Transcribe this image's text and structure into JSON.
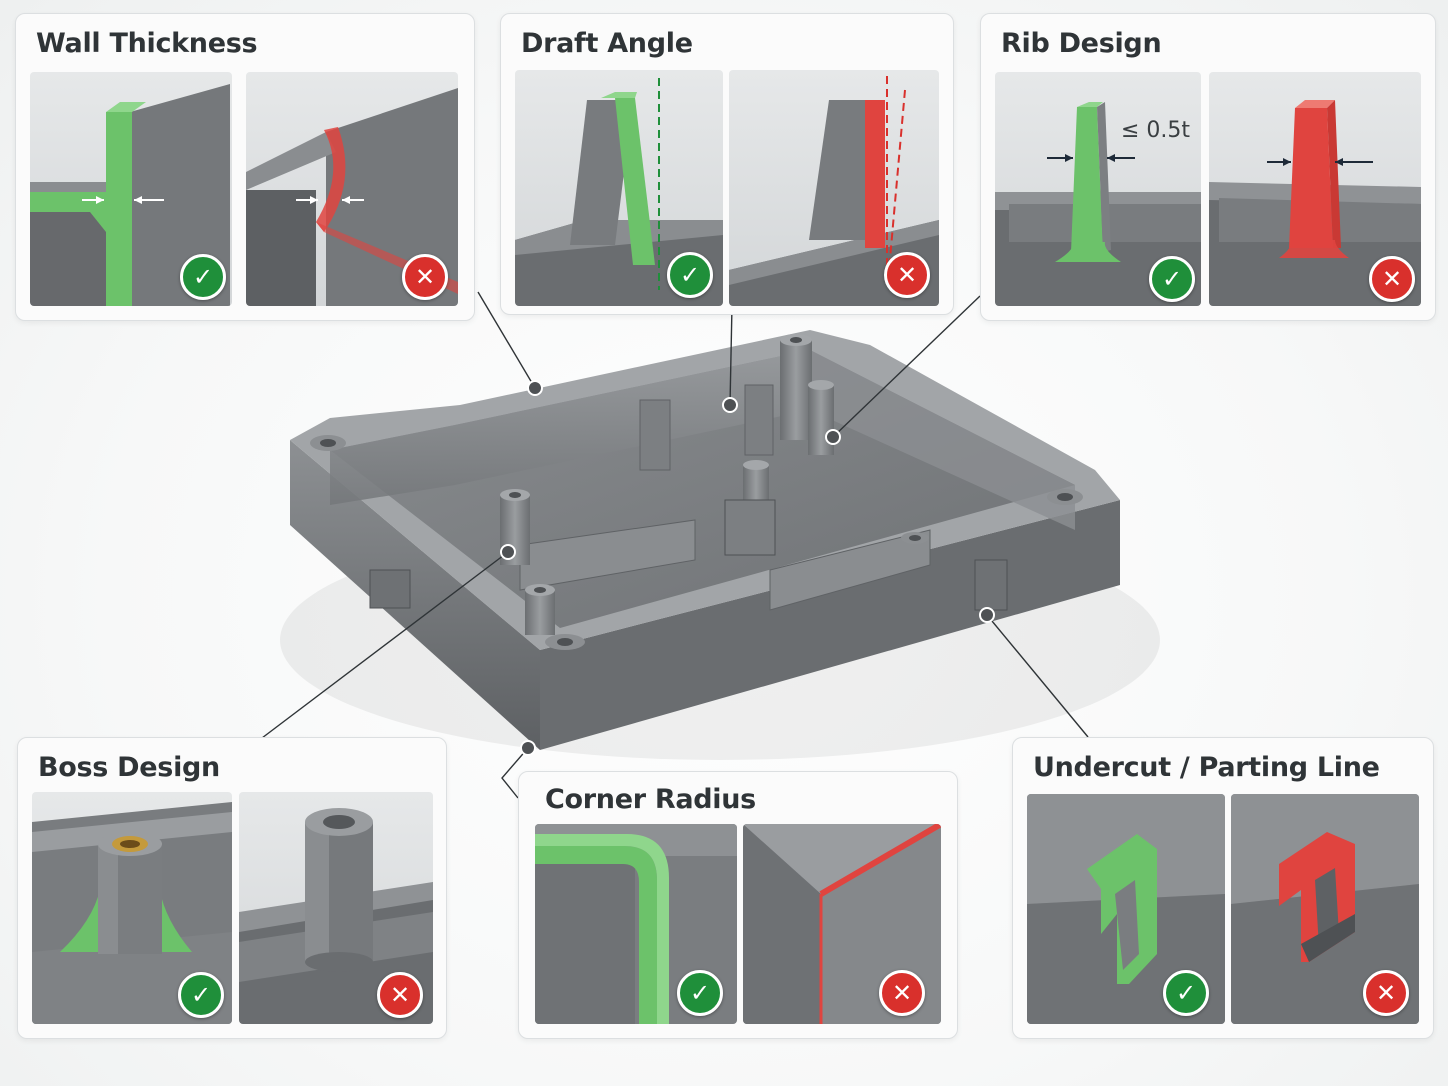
{
  "panels": {
    "wall_thickness": {
      "title": "Wall Thickness",
      "good": "✓",
      "bad": "✕"
    },
    "draft_angle": {
      "title": "Draft Angle",
      "good": "✓",
      "bad": "✕"
    },
    "rib_design": {
      "title": "Rib Design",
      "rib_label": "≤ 0.5t",
      "good": "✓",
      "bad": "✕"
    },
    "boss_design": {
      "title": "Boss Design",
      "good": "✓",
      "bad": "✕"
    },
    "corner_radius": {
      "title": "Corner Radius",
      "good": "✓",
      "bad": "✕"
    },
    "undercut": {
      "title": "Undercut / Parting Line",
      "good": "✓",
      "bad": "✕"
    }
  },
  "colors": {
    "good": "#6cc26a",
    "bad": "#e0443f",
    "part_gray": "#7a7d80",
    "check_badge": "#1f8f3a",
    "cross_badge": "#d9302c"
  }
}
